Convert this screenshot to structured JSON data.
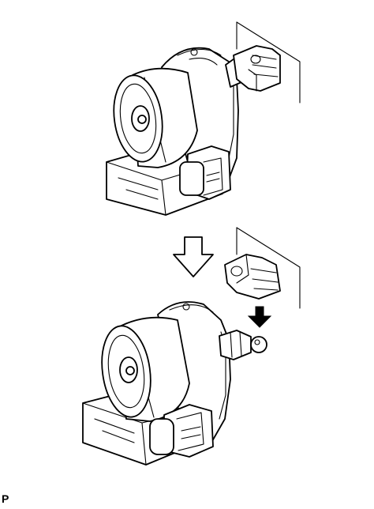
{
  "figure": {
    "corner_code": "P",
    "step_arrow_icon": "hollow-down-arrow",
    "direction_arrow_icon": "solid-down-arrow"
  }
}
